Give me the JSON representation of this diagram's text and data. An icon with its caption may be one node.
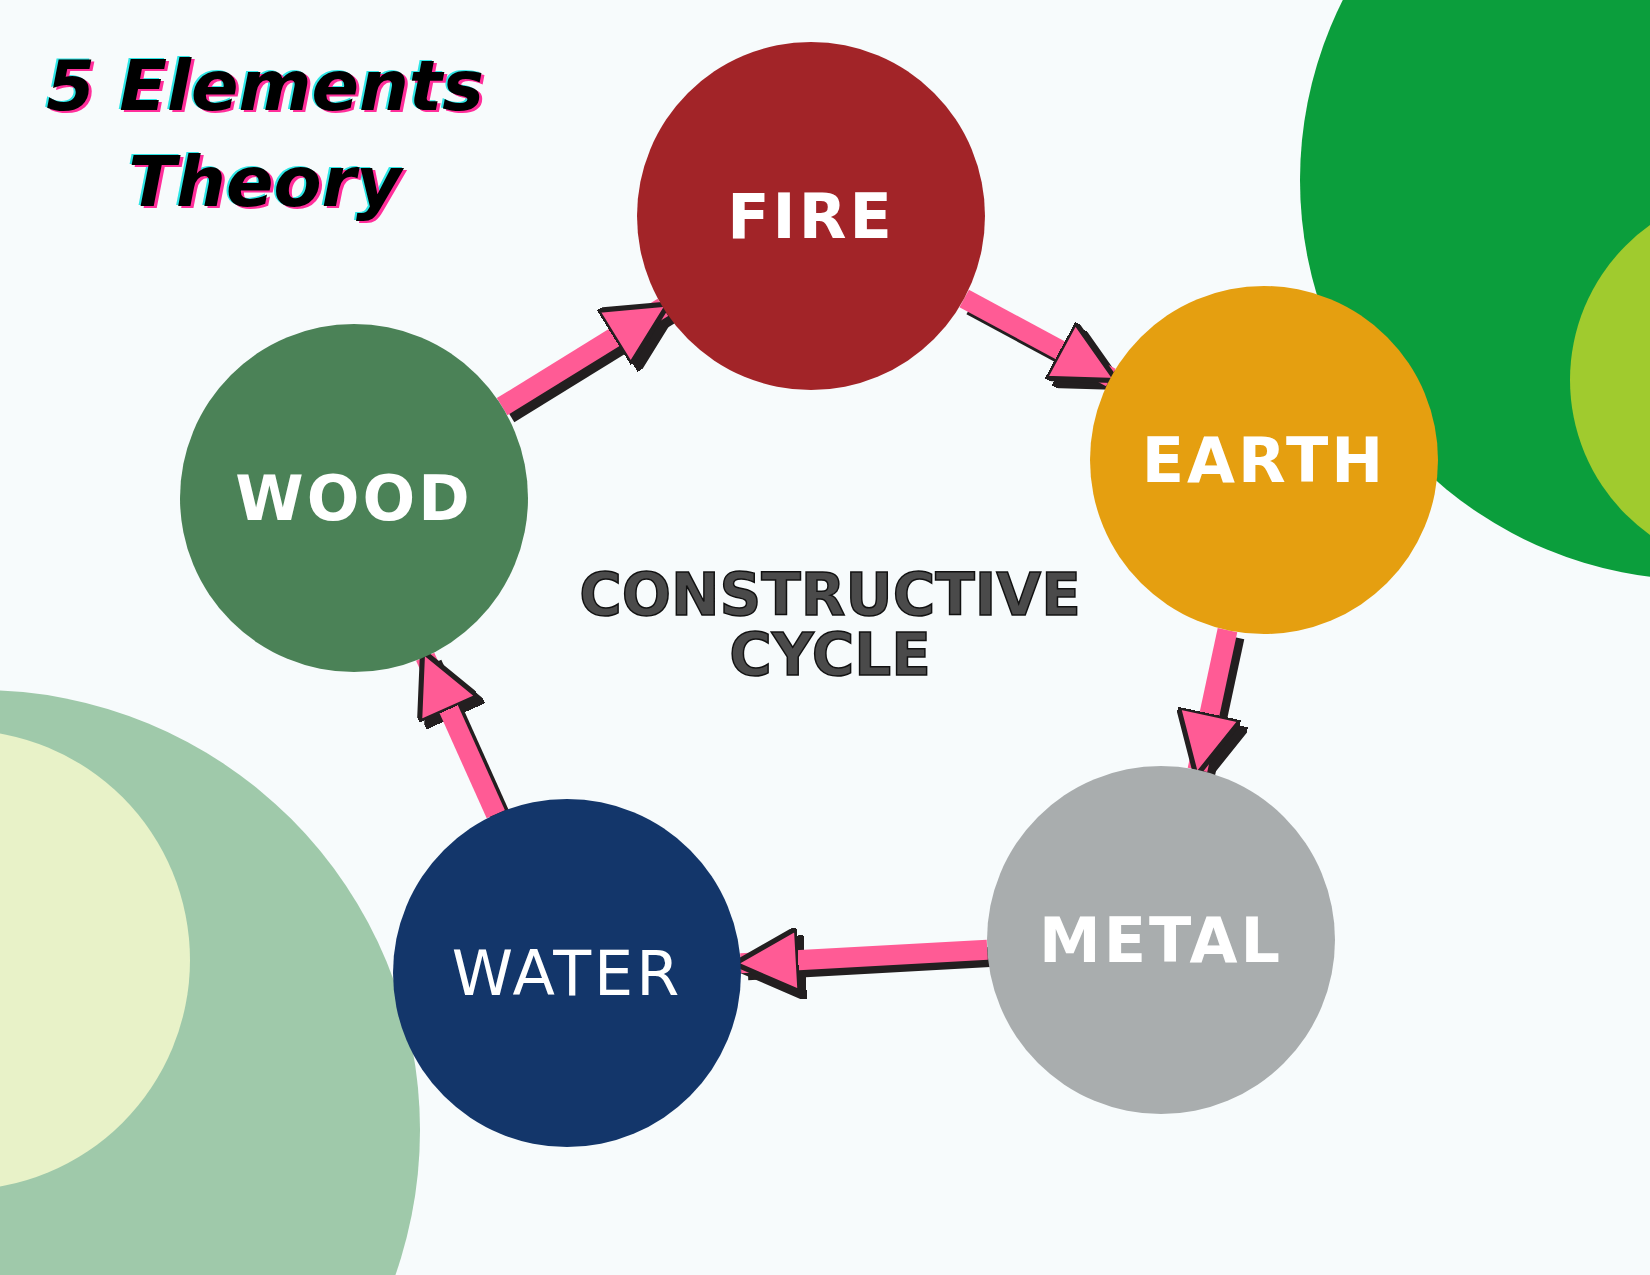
{
  "diagram": {
    "title": "5 Elements Theory",
    "nodes": [
      {
        "text": [
          "FIRE"
        ]
      },
      {
        "text": [
          "EARTH"
        ]
      },
      {
        "text": [
          "METAL"
        ]
      },
      {
        "text": [
          "WATER"
        ]
      },
      {
        "text": [
          "WOOD"
        ]
      }
    ],
    "edges": [
      {
        "from": 4,
        "to": 0,
        "arrow": "to"
      },
      {
        "from": 0,
        "to": 1,
        "arrow": "to"
      },
      {
        "from": 1,
        "to": 2,
        "arrow": "to"
      },
      {
        "from": 2,
        "to": 3,
        "arrow": "to"
      },
      {
        "from": 3,
        "to": 4,
        "arrow": "to"
      }
    ],
    "labels": [
      "CONSTRUCTIVE CYCLE"
    ]
  }
}
